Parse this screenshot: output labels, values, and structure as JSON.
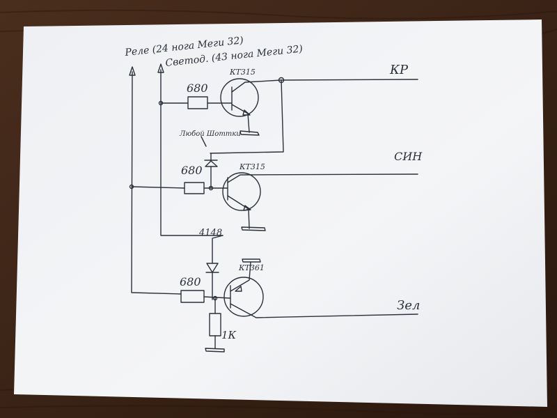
{
  "sheet": {
    "label_relay": "Реле (24 нога Меги 32)",
    "label_led": "Светод. (43 нога Меги 32)",
    "out_red": "КР",
    "out_blue": "СИН",
    "out_green": "Зел",
    "q1_type": "КТ315",
    "q2_type": "КТ315",
    "q3_type": "КТ361",
    "r1_value": "680",
    "r2_value": "680",
    "r3_value": "680",
    "r4_value": "1К",
    "diode_note": "Любой Шоттки",
    "diode2_value": "4148"
  },
  "colors": {
    "table": "#3a2418",
    "paper": "#f2f3f6",
    "ink": "#2b2f3a"
  }
}
